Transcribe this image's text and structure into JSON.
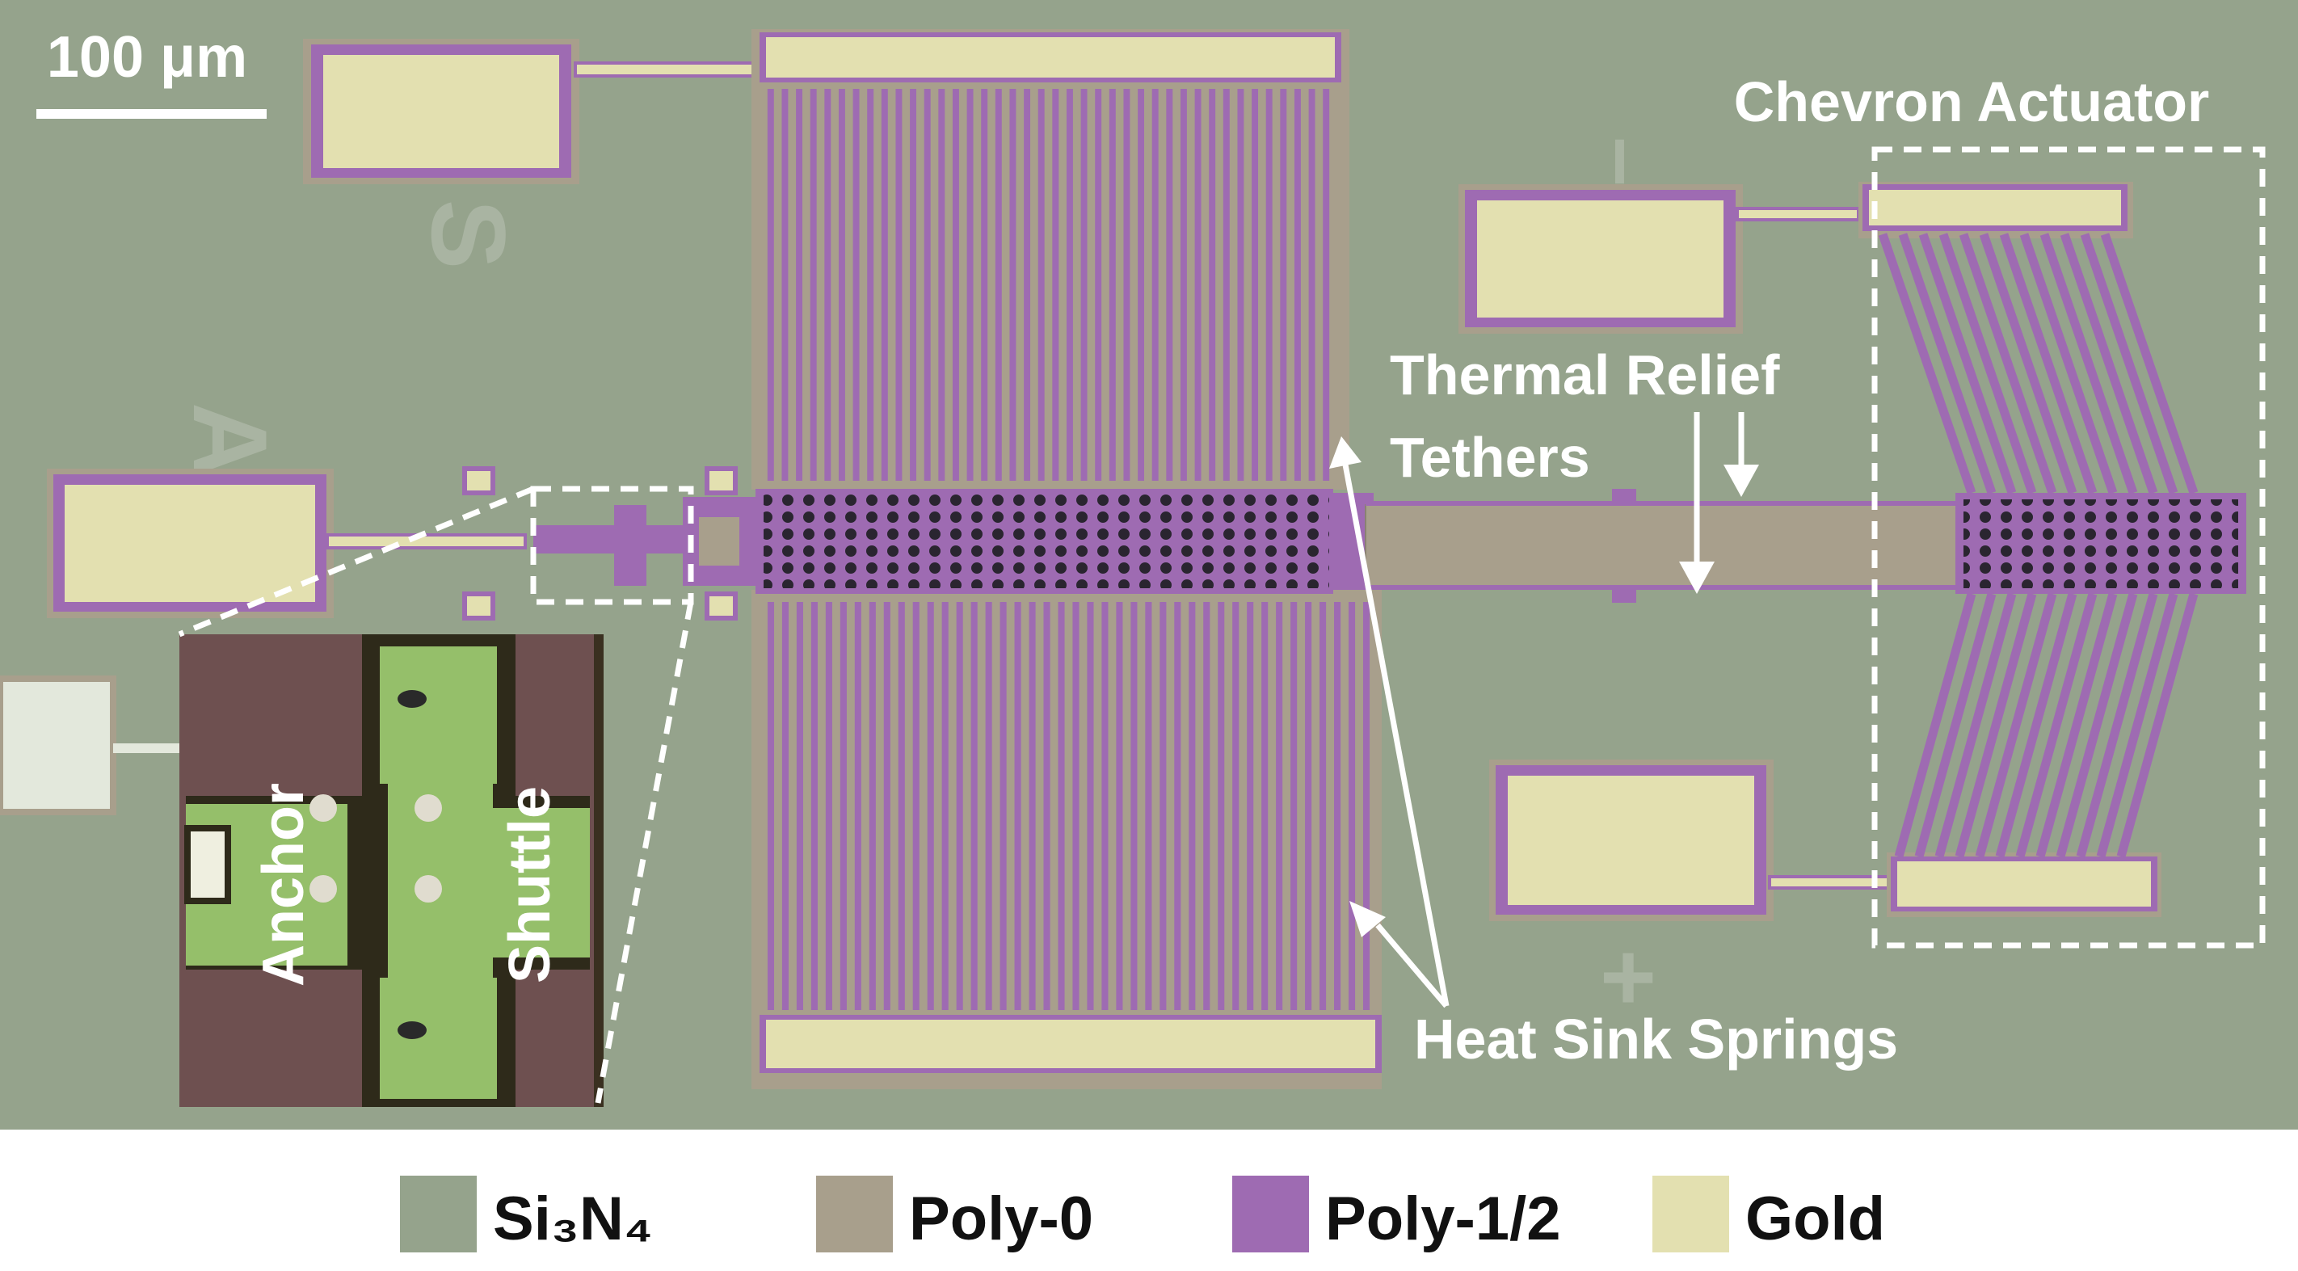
{
  "scale_bar": {
    "label": "100 μm"
  },
  "labels": {
    "chevron_actuator": "Chevron Actuator",
    "thermal_relief_line1": "Thermal Relief",
    "thermal_relief_line2": "Tethers",
    "heat_sink_springs": "Heat Sink Springs",
    "anchor": "Anchor",
    "shuttle": "Shuttle"
  },
  "chip_markings": {
    "top": "S",
    "left": "A",
    "actuator_top": "–",
    "actuator_bottom": "+"
  },
  "legend": [
    {
      "label": "Si₃N₄",
      "color": "#95a38c"
    },
    {
      "label": "Poly-0",
      "color": "#a89f8c"
    },
    {
      "label": "Poly-1/2",
      "color": "#9e6bb2"
    },
    {
      "label": "Gold",
      "color": "#e3e0b0"
    }
  ],
  "colors": {
    "substrate": "#95a38c",
    "poly0": "#a89f8c",
    "poly12": "#9e6bb2",
    "gold": "#e3e0b0",
    "inset_background": "#6e5050",
    "inset_structure": "#95bf6a"
  }
}
